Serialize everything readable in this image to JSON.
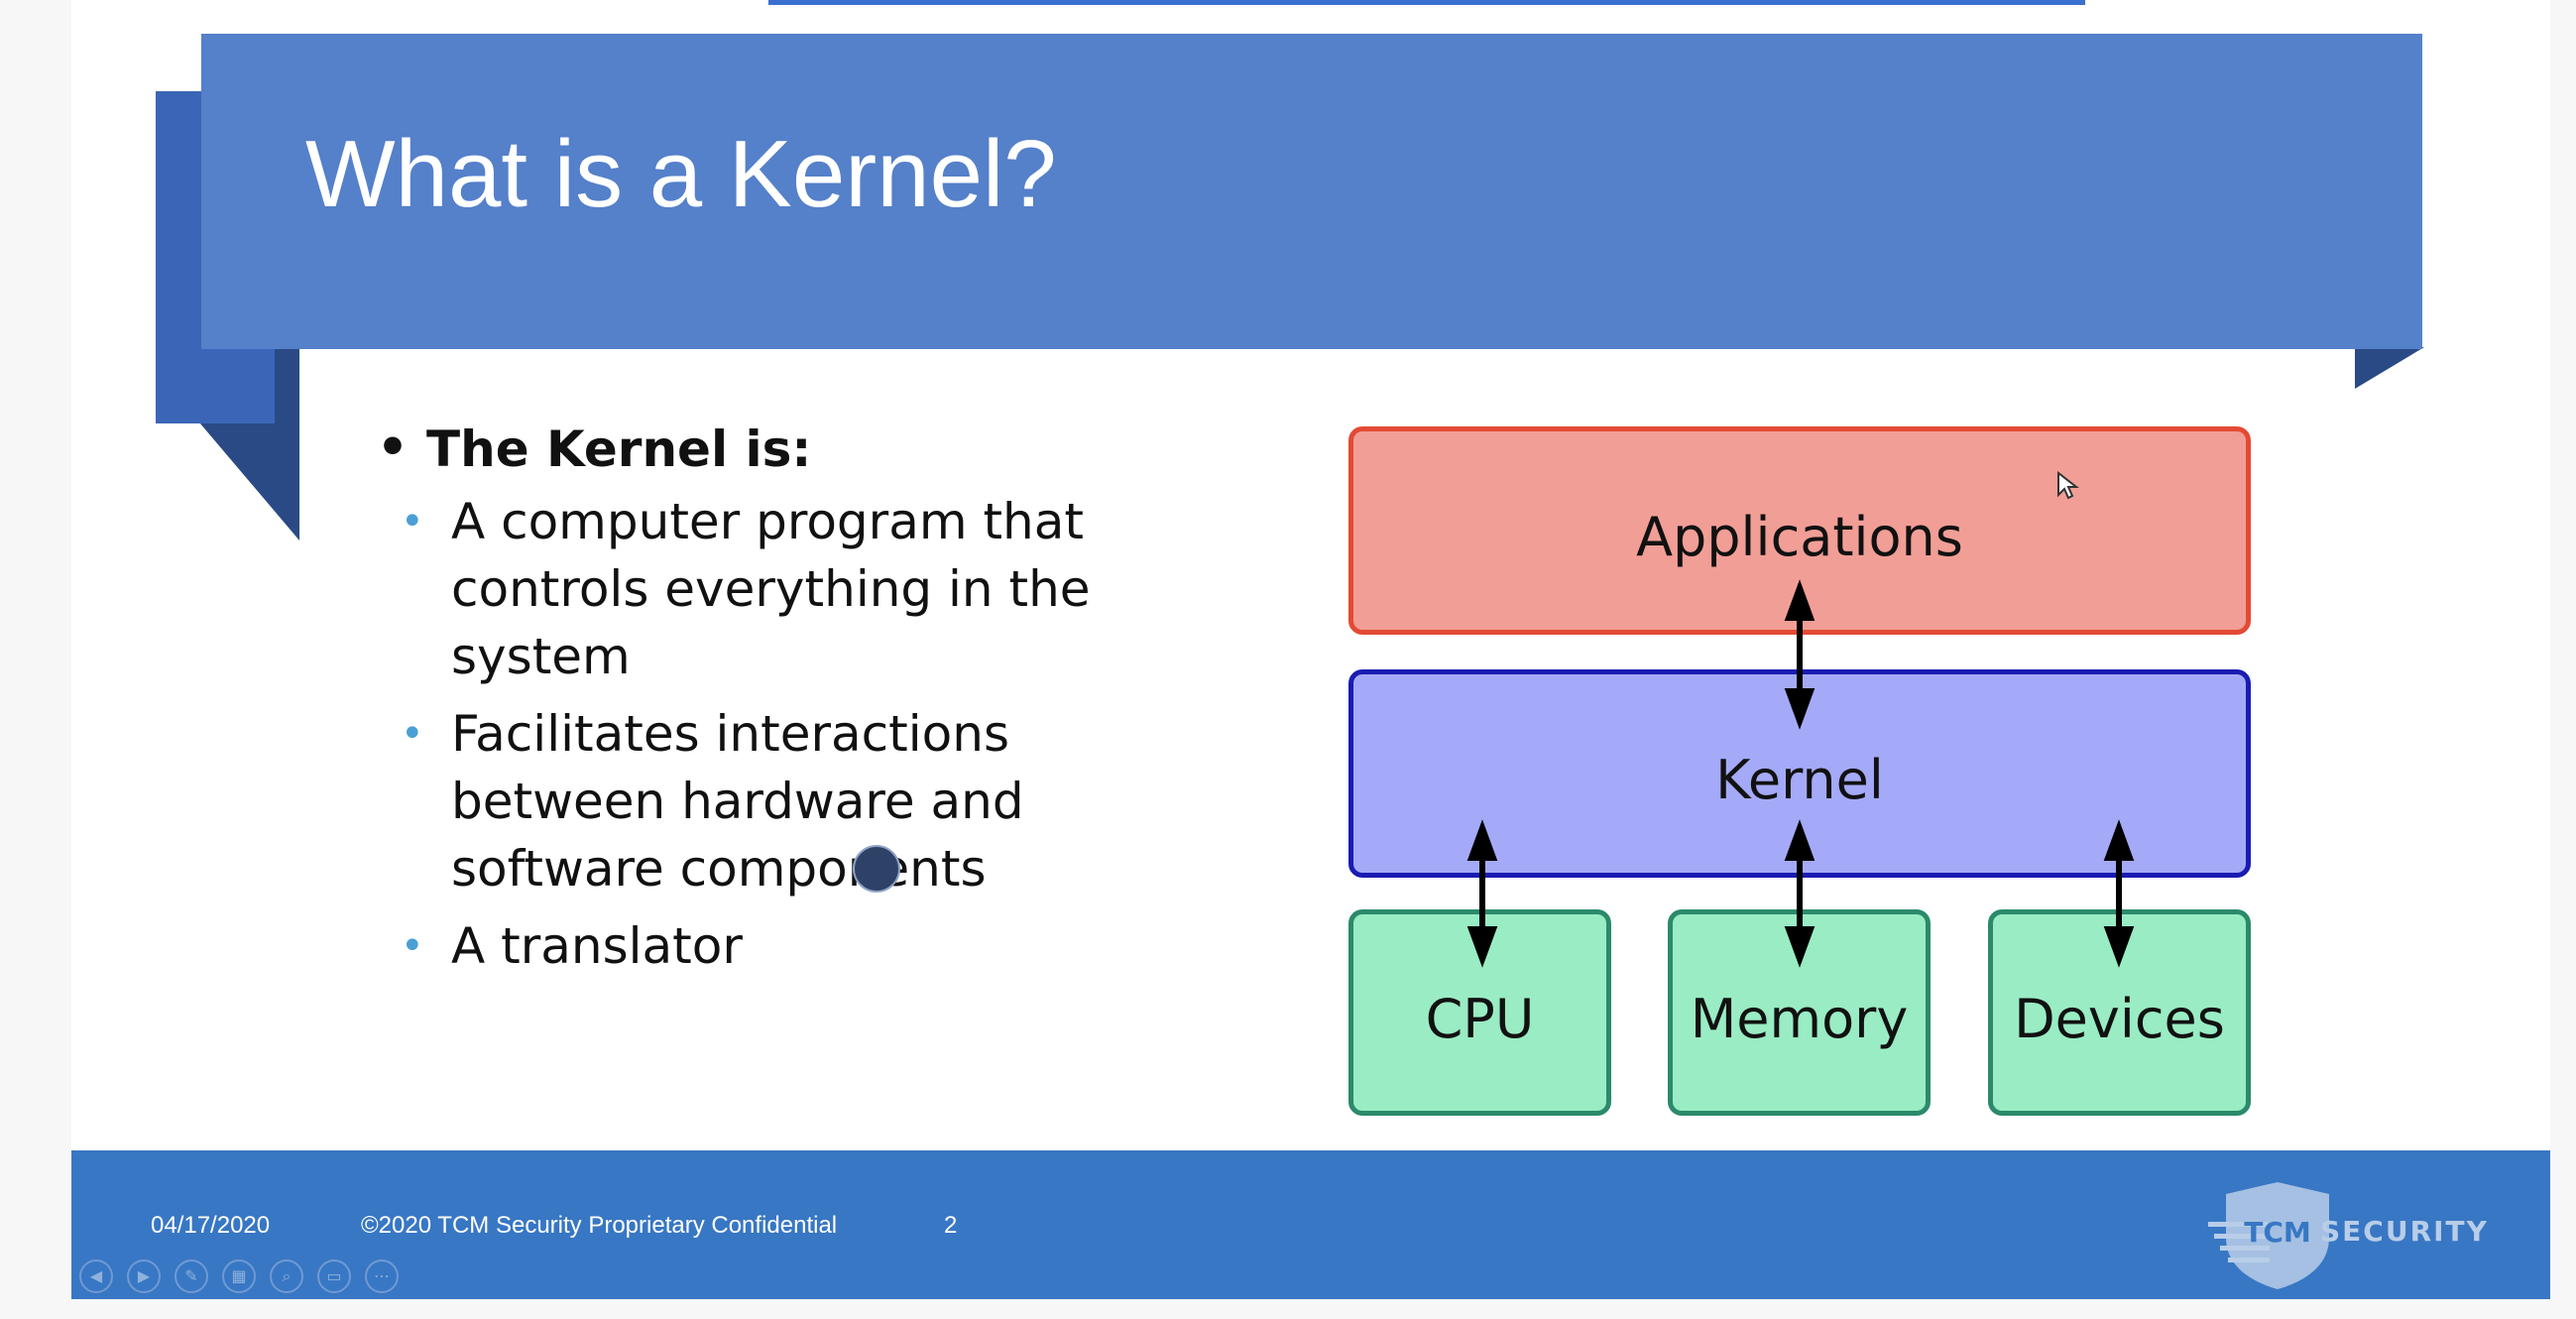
{
  "slide": {
    "title": "What is a Kernel?",
    "heading": "The Kernel is:",
    "bullets": [
      {
        "lines": [
          "A computer program that",
          "controls everything in the",
          "system"
        ]
      },
      {
        "lines": [
          "Facilitates interactions",
          "between hardware and",
          "software components"
        ]
      },
      {
        "lines": [
          "A translator"
        ]
      }
    ]
  },
  "diagram": {
    "applications": "Applications",
    "kernel": "Kernel",
    "cpu": "CPU",
    "memory": "Memory",
    "devices": "Devices"
  },
  "footer": {
    "date": "04/17/2020",
    "copyright": "©2020 TCM Security Proprietary Confidential",
    "page_number": "2",
    "logo_text": "SECURITY",
    "logo_badge": "TCM"
  },
  "colors": {
    "title_band": "#5580ca",
    "footer": "#3877c4",
    "applications_fill": "#f19e96",
    "kernel_fill": "#a4aaf8",
    "hardware_fill": "#99ecc3"
  },
  "controls": [
    "previous-icon",
    "next-icon",
    "pen-icon",
    "slides-grid-icon",
    "zoom-icon",
    "subtitles-icon",
    "more-icon"
  ]
}
